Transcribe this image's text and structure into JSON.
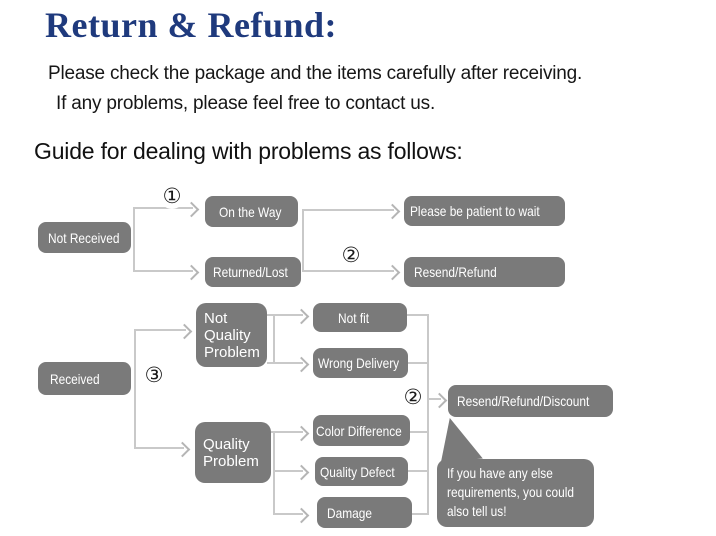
{
  "header": {
    "title": "Return & Refund:",
    "line1": "Please check the package and the items carefully after receiving.",
    "line2": "If any problems, please feel free to contact us.",
    "guide": "Guide for dealing with problems as follows:"
  },
  "flowchart": {
    "markers": {
      "step1": "①",
      "step2": "②",
      "step3": "③"
    },
    "nodes": {
      "not_received": "Not Received",
      "on_the_way": "On the Way",
      "returned_lost": "Returned/Lost",
      "be_patient": "Please be patient to wait",
      "resend_refund": "Resend/Refund",
      "received": "Received",
      "not_quality_problem": "Not Quality Problem",
      "quality_problem": "Quality Problem",
      "not_fit": "Not fit",
      "wrong_delivery": "Wrong Delivery",
      "color_difference": "Color Difference",
      "quality_defect": "Quality Defect",
      "damage": "Damage",
      "resend_refund_discount": "Resend/Refund/Discount"
    },
    "bubble_lines": [
      "If you have any else",
      "requirements, you could",
      "also tell us!"
    ],
    "colors": {
      "title_navy": "#1f3a7d",
      "node_gray": "#7a7a7a",
      "node_text": "#ffffff",
      "connector_gray": "#c9c9c9",
      "marker_black": "#1a1a1a",
      "background": "#ffffff"
    }
  }
}
